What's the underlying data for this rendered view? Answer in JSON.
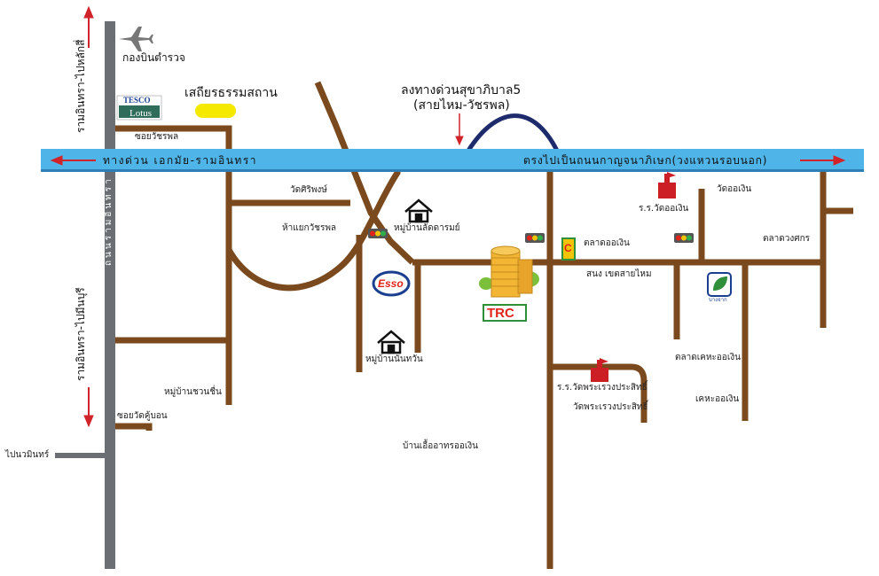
{
  "colors": {
    "road": "#7a4a1e",
    "main_road": "#6b6f73",
    "expressway": "#4fb4e8",
    "expressway_border": "#2e7fb5",
    "ramp": "#1d2a6b",
    "arrow": "#d0232a",
    "airport_gray": "#777777",
    "temple_red": "#cc1f25",
    "trc_green": "#2f8f3a",
    "esso_red": "#e2231a",
    "esso_blue": "#1b3f8f",
    "yellow_marker": "#f5e900"
  },
  "expressway": {
    "label_left": "ทางด่วน เอกมัย-รามอินทรา",
    "label_right": "ตรงไปเป็นถนนกาญจนาภิเษก(วงแหวนรอบนอก)"
  },
  "main_road": {
    "label": "ถนนรามอินทรา",
    "north_direction": "รามอินทรา-ไปหลักสี่",
    "south_direction": "รามอินทรา-ไปมีนบุรี"
  },
  "airport": {
    "icon": "airplane-icon",
    "label": "กองบินตำรวจ"
  },
  "tesco": {
    "line1": "TESCO",
    "line2": "Lotus"
  },
  "landmark_yellow": {
    "label": "เสถียรธรรมสถาน"
  },
  "ramp": {
    "line1": "ลงทางด่วนสุขาภิบาล5",
    "line2": "(สายไหม-วัชรพล)"
  },
  "labels": {
    "soi_watcharaphon": "ซอยวัชรพล",
    "wat_siriphong": "วัดศิริพงษ์",
    "watcharaphon_junction": "ห้าแยกวัชรพล",
    "village_latdarom": "หมู่บ้านลัดดารมย์",
    "village_nanthawan": "หมู่บ้านนันทวัน",
    "village_chuanchuen": "หมู่บ้านชวนชื่น",
    "soi_wat_khubon": "ซอยวัดคู้บอน",
    "to_nawamin": "ไปนวมินทร์",
    "talad_or_ngoen": "ตลาดออเงิน",
    "sanong_khet": "สนง เขตสายไหม",
    "school_wat_or_ngoen": "ร.ร.วัดออเงิน",
    "wat_or_ngoen": "วัดออเงิน",
    "talad_duangkamon": "ตลาดวงศกร",
    "bangchak": "บางจาก",
    "talad_khe_ho": "ตลาดเคหะออเงิน",
    "khe_ho": "เคหะออเงิน",
    "school_wat_phra_ruang": "ร.ร.วัดพระเรวงประสิทธิ์",
    "wat_phra_ruang": "วัดพระเรวงประสิทธิ์",
    "ban_ua_arthon": "บ้านเอื้ออาทรออเงิน"
  },
  "trc": {
    "label": "TRC"
  },
  "esso": {
    "label": "Esso"
  },
  "seven_eleven": {
    "label": "C"
  }
}
